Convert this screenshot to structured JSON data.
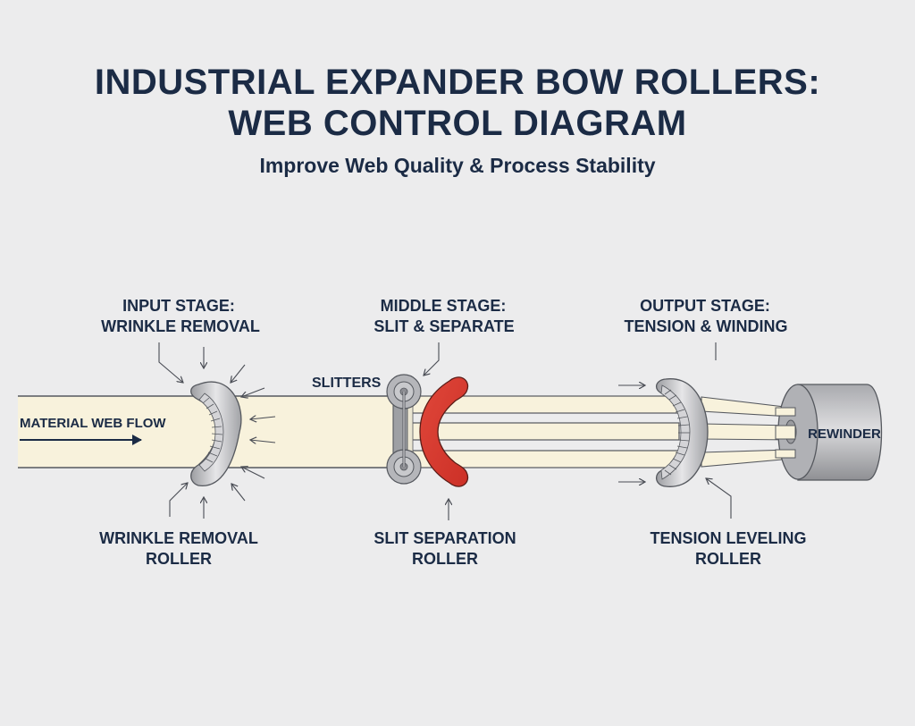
{
  "header": {
    "title_line1": "INDUSTRIAL EXPANDER BOW ROLLERS:",
    "title_line2": "WEB CONTROL DIAGRAM",
    "subtitle": "Improve Web Quality & Process Stability"
  },
  "stages": [
    {
      "id": "input",
      "line1": "INPUT STAGE:",
      "line2": "WRINKLE REMOVAL"
    },
    {
      "id": "middle",
      "line1": "MIDDLE STAGE:",
      "line2": "SLIT & SEPARATE"
    },
    {
      "id": "output",
      "line1": "OUTPUT STAGE:",
      "line2": "TENSION & WINDING"
    }
  ],
  "components": {
    "web_flow_label": "MATERIAL WEB FLOW",
    "slitters_label": "SLITTERS",
    "rewinder_label": "REWINDER"
  },
  "rollers": [
    {
      "id": "wrinkle",
      "line1": "WRINKLE REMOVAL",
      "line2": "ROLLER"
    },
    {
      "id": "slit",
      "line1": "SLIT SEPARATION",
      "line2": "ROLLER"
    },
    {
      "id": "tension",
      "line1": "TENSION LEVELING",
      "line2": "ROLLER"
    }
  ],
  "colors": {
    "text": "#1b2b45",
    "web": "#f8f2dc",
    "slit_roller": "#d9392f",
    "steel": "#b5b6ba",
    "background": "#ececed"
  }
}
